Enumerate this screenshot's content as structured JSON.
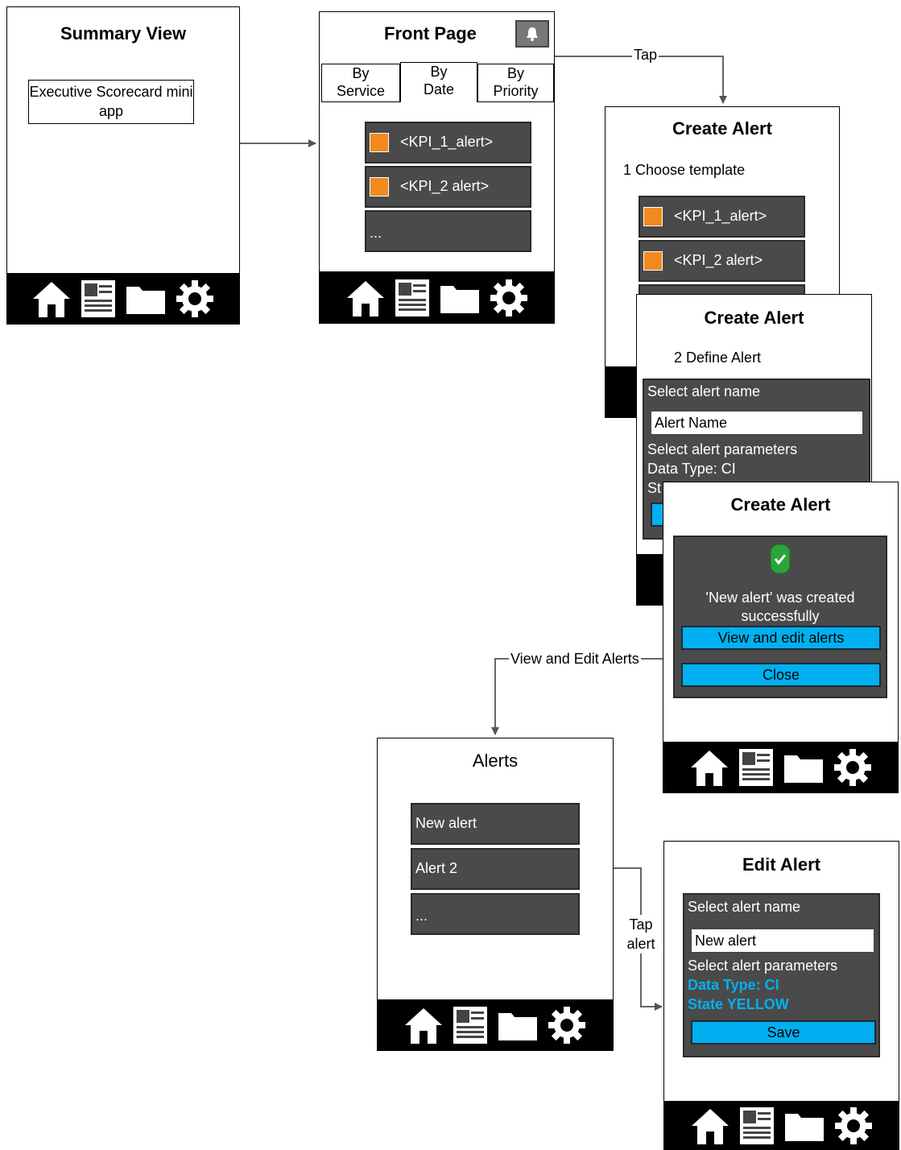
{
  "screens": {
    "summary": {
      "title": "Summary View",
      "app_box": "Executive Scorecard mini app"
    },
    "front_page": {
      "title": "Front Page",
      "tabs": [
        "By Service",
        "By Date",
        "By Priority"
      ],
      "items": [
        "<KPI_1_alert>",
        "<KPI_2 alert>",
        "..."
      ]
    },
    "create_alert_1": {
      "title": "Create Alert",
      "step": "1 Choose template",
      "items": [
        "<KPI_1_alert>",
        "<KPI_2 alert>"
      ]
    },
    "create_alert_2": {
      "title": "Create Alert",
      "step": "2 Define Alert",
      "select_name_label": "Select alert name",
      "name_value": "Alert Name",
      "select_params_label": "Select alert parameters",
      "data_type": "Data Type: CI",
      "partial_line": "St"
    },
    "create_alert_3": {
      "title": "Create Alert",
      "message": "'New alert' was created successfully",
      "view_button": "View and edit alerts",
      "close_button": "Close"
    },
    "alerts": {
      "title": "Alerts",
      "items": [
        "New alert",
        "Alert 2",
        "..."
      ]
    },
    "edit_alert": {
      "title": "Edit Alert",
      "select_name_label": "Select alert name",
      "name_value": "New alert",
      "select_params_label": "Select alert parameters",
      "data_type": "Data Type: CI",
      "state": "State YELLOW",
      "save_button": "Save"
    }
  },
  "connectors": {
    "tap": "Tap",
    "view_edit": "View and Edit Alerts",
    "tap_alert": "Tap alert"
  },
  "colors": {
    "accent_orange": "#f28a1f",
    "accent_blue": "#00b0f0",
    "dark_gray": "#4a4a4a",
    "navbar": "#000000"
  },
  "icons": [
    "home-icon",
    "document-icon",
    "folder-icon",
    "gear-icon",
    "bell-icon",
    "checkmark-icon"
  ]
}
